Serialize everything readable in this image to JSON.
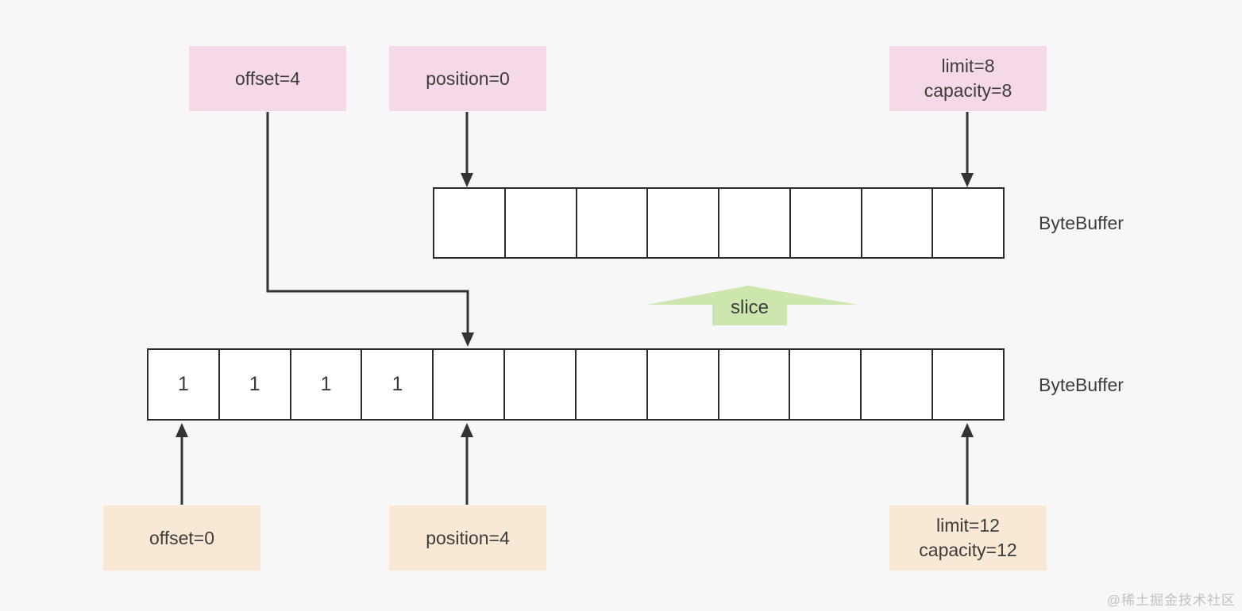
{
  "canvas": {
    "bg": "#f7f7f8"
  },
  "colors": {
    "annotation_pink": "#f6d9e9",
    "annotation_peach": "#f9e8d3",
    "slice_green": "#cde6ae",
    "line": "#333333",
    "cell_border": "#2b2b2b",
    "text": "#3c3c3c",
    "watermark_gray": "#c1c1c6"
  },
  "annotations": {
    "top": [
      {
        "id": "offset4",
        "lines": [
          "offset=4"
        ]
      },
      {
        "id": "position0",
        "lines": [
          "position=0"
        ]
      },
      {
        "id": "limit8",
        "lines": [
          "limit=8",
          "capacity=8"
        ]
      }
    ],
    "bottom": [
      {
        "id": "offset0",
        "lines": [
          "offset=0"
        ]
      },
      {
        "id": "position4",
        "lines": [
          "position=4"
        ]
      },
      {
        "id": "limit12",
        "lines": [
          "limit=12",
          "capacity=12"
        ]
      }
    ]
  },
  "buffers": {
    "sliced": {
      "label": "ByteBuffer",
      "cells": [
        "",
        "",
        "",
        "",
        "",
        "",
        "",
        ""
      ]
    },
    "original": {
      "label": "ByteBuffer",
      "cells": [
        "1",
        "1",
        "1",
        "1",
        "",
        "",
        "",
        "",
        "",
        "",
        "",
        ""
      ]
    }
  },
  "slice_arrow": {
    "label": "slice"
  },
  "watermark": "@稀土掘金技术社区"
}
